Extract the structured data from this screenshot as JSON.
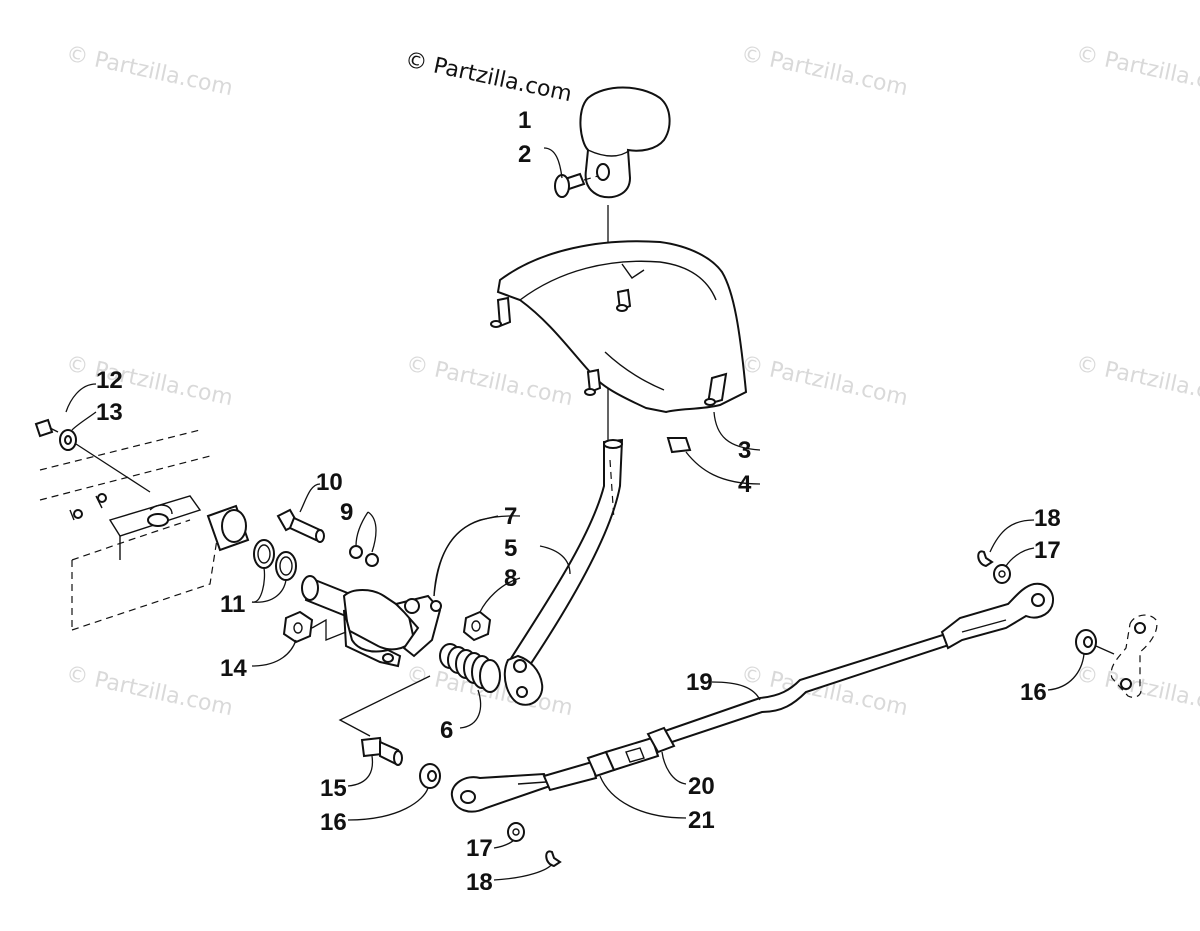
{
  "watermark": {
    "main": "© Partzilla.com",
    "tile": "© Partzilla.com"
  },
  "callouts": {
    "c1": "1",
    "c2": "2",
    "c3": "3",
    "c4": "4",
    "c5": "5",
    "c6": "6",
    "c7": "7",
    "c8": "8",
    "c9": "9",
    "c10": "10",
    "c11": "11",
    "c12": "12",
    "c13": "13",
    "c14": "14",
    "c15": "15",
    "c16a": "16",
    "c16b": "16",
    "c17a": "17",
    "c17b": "17",
    "c18a": "18",
    "c18b": "18",
    "c19": "19",
    "c20": "20",
    "c21": "21"
  }
}
